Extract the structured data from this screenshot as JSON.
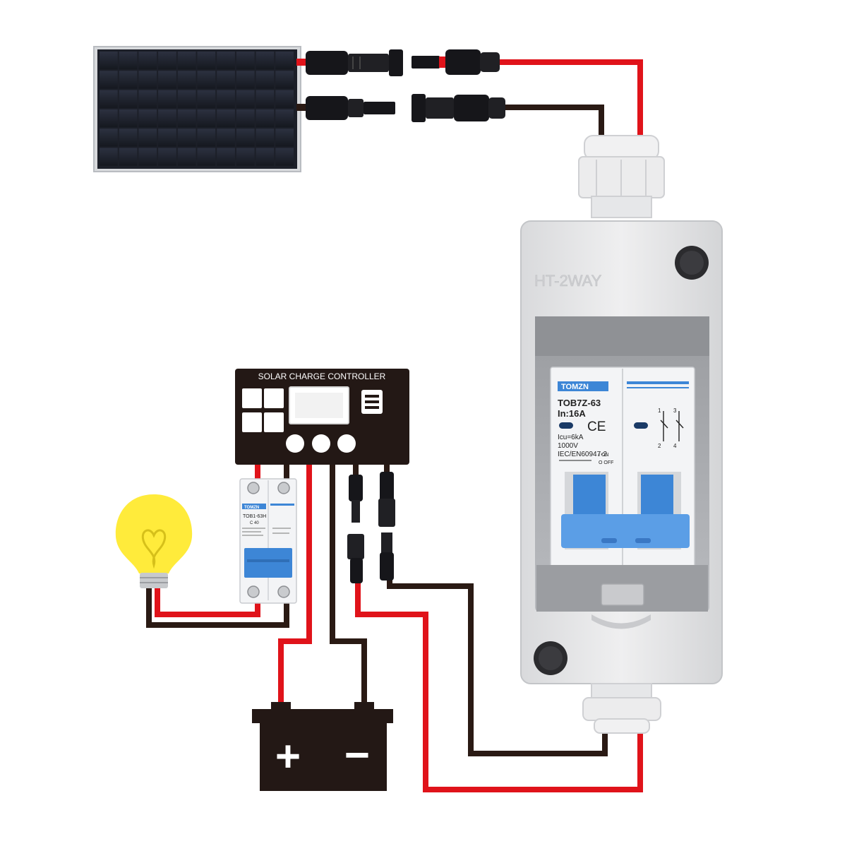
{
  "controller": {
    "title": "SOLAR CHARGE CONTROLLER"
  },
  "enclosure": {
    "label": "HT-2WAY"
  },
  "main_breaker": {
    "brand": "TOMZN",
    "model": "TOB7Z-63",
    "rating": "In:16A",
    "icu": "Icu=6kA",
    "voltage": "1000V",
    "standard": "IEC/EN60947-2",
    "on_label": "I ON",
    "off_label": "O OFF"
  },
  "load_breaker": {
    "brand": "TOMZN",
    "model": "TOB1-63H",
    "rating": "C 40"
  },
  "battery": {
    "plus": "+",
    "minus": "−"
  },
  "colors": {
    "positive_wire": "#e0131a",
    "negative_wire": "#2a1a14",
    "controller_body": "#231815",
    "bulb": "#ffeb3b",
    "breaker_toggle": "#3d86d6",
    "enclosure": "#e6e7e9"
  }
}
